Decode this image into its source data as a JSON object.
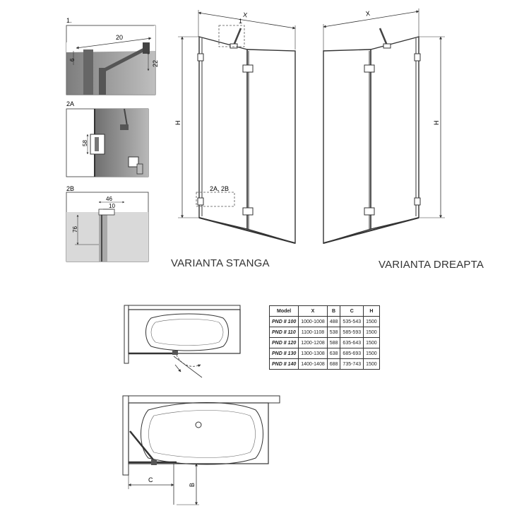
{
  "details": {
    "detail1": {
      "label": "1.",
      "dim_20": "20",
      "dim_6": "6",
      "dim_22": "22"
    },
    "detail2a": {
      "label": "2A",
      "dim_58": "58"
    },
    "detail2b": {
      "label": "2B",
      "dim_46": "46",
      "dim_10": "10",
      "dim_76": "76"
    }
  },
  "elevation_left": {
    "x_label": "X",
    "h_label": "H",
    "callout_1": "1",
    "callout_2": "2A, 2B",
    "caption": "VARIANTA STANGA"
  },
  "elevation_right": {
    "x_label": "X",
    "h_label": "H",
    "caption": "VARIANTA DREAPTA"
  },
  "plan_bottom": {
    "c_label": "C",
    "b_label": "B"
  },
  "spec_table": {
    "headers": [
      "Model",
      "X",
      "B",
      "C",
      "H"
    ],
    "rows": [
      [
        "PND II 100",
        "1000-1008",
        "488",
        "535-543",
        "1500"
      ],
      [
        "PND II 110",
        "1100-1108",
        "538",
        "585-593",
        "1500"
      ],
      [
        "PND II 120",
        "1200-1208",
        "588",
        "635-643",
        "1500"
      ],
      [
        "PND II 130",
        "1300-1308",
        "638",
        "685-693",
        "1500"
      ],
      [
        "PND II 140",
        "1400-1408",
        "688",
        "735-743",
        "1500"
      ]
    ]
  },
  "colors": {
    "line": "#333333",
    "glass": "#8c8c8c",
    "wall": "#d9d9d9",
    "dash": "#555555"
  }
}
